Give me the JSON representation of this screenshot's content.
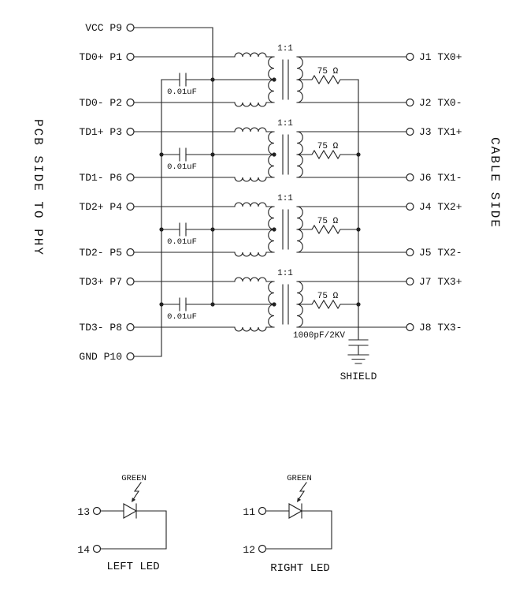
{
  "sides": {
    "left": "PCB SIDE TO PHY",
    "right": "CABLE SIDE"
  },
  "pins": {
    "left": [
      "VCC P9",
      "TD0+ P1",
      "TD0- P2",
      "TD1+ P3",
      "TD1- P6",
      "TD2+ P4",
      "TD2- P5",
      "TD3+ P7",
      "TD3- P8",
      "GND P10"
    ],
    "right": [
      "J1 TX0+",
      "J2 TX0-",
      "J3 TX1+",
      "J6 TX1-",
      "J4 TX2+",
      "J5 TX2-",
      "J7 TX3+",
      "J8 TX3-"
    ]
  },
  "channels": [
    {
      "ratio": "1:1",
      "capacitor": "0.01uF",
      "resistor": "75 Ω"
    },
    {
      "ratio": "1:1",
      "capacitor": "0.01uF",
      "resistor": "75 Ω"
    },
    {
      "ratio": "1:1",
      "capacitor": "0.01uF",
      "resistor": "75 Ω"
    },
    {
      "ratio": "1:1",
      "capacitor": "0.01uF",
      "resistor": "75 Ω"
    }
  ],
  "shield": {
    "capacitor": "1000pF/2KV",
    "label": "SHIELD"
  },
  "leds": {
    "left": {
      "pin_top": "13",
      "pin_bottom": "14",
      "color": "GREEN",
      "label": "LEFT LED"
    },
    "right": {
      "pin_top": "11",
      "pin_bottom": "12",
      "color": "GREEN",
      "label": "RIGHT LED"
    }
  }
}
